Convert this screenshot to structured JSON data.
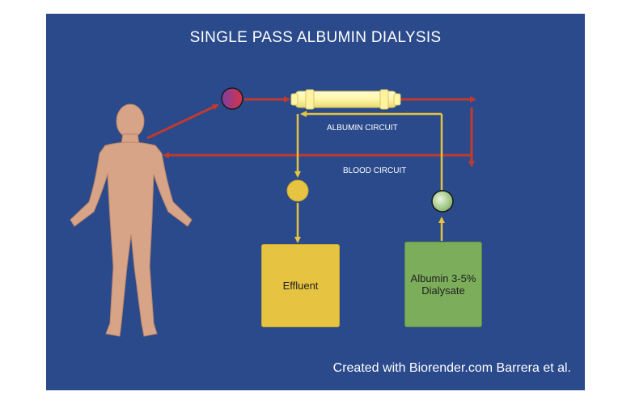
{
  "title": "SINGLE PASS ALBUMIN DIALYSIS",
  "labels": {
    "albumin_circuit": "ALBUMIN CIRCUIT",
    "blood_circuit": "BLOOD  CIRCUIT"
  },
  "boxes": {
    "effluent": "Effluent",
    "dialysate_line1": "Albumin 3-5%",
    "dialysate_line2": "Dialysate"
  },
  "credit": "Created with Biorender.com Barrera et al.",
  "colors": {
    "background": "#2a4a8c",
    "blood_line": "#c23a2e",
    "albumin_line": "#e6c441",
    "effluent_box": "#e6c441",
    "dialysate_box": "#7bad5a",
    "skin": "#d8a488"
  },
  "icons": [
    "human-figure-icon",
    "blood-pump-icon",
    "dialyzer-filter-icon",
    "effluent-pump-icon",
    "albumin-pump-icon"
  ]
}
